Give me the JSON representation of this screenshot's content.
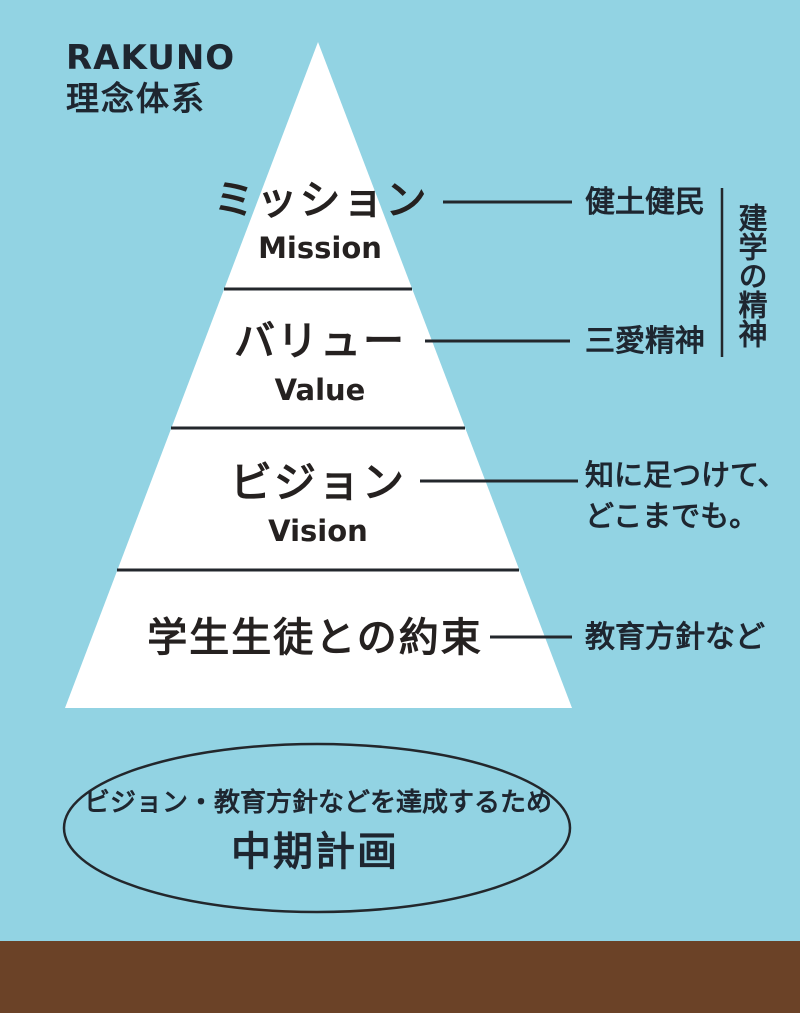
{
  "title": {
    "line1": "RAKUNO",
    "line2": "理念体系"
  },
  "pyramid": {
    "levels": [
      {
        "label_jp": "ミッション",
        "label_en": "Mission",
        "annotation": "健土健民"
      },
      {
        "label_jp": "バリュー",
        "label_en": "Value",
        "annotation": "三愛精神"
      },
      {
        "label_jp": "ビジョン",
        "label_en": "Vision",
        "annotation": "知に足つけて、\nどこまでも。"
      },
      {
        "label_jp": "学生生徒との約束",
        "annotation": "教育方針など"
      }
    ],
    "right_group_label": "建学の精神"
  },
  "ellipse": {
    "caption": "ビジョン・教育方針などを達成するため",
    "title": "中期計画"
  },
  "colors": {
    "background": "#92d3e3",
    "pyramid": "#ffffff",
    "ink": "#1e2630",
    "line": "#23272c",
    "ground": "#6b4227"
  }
}
